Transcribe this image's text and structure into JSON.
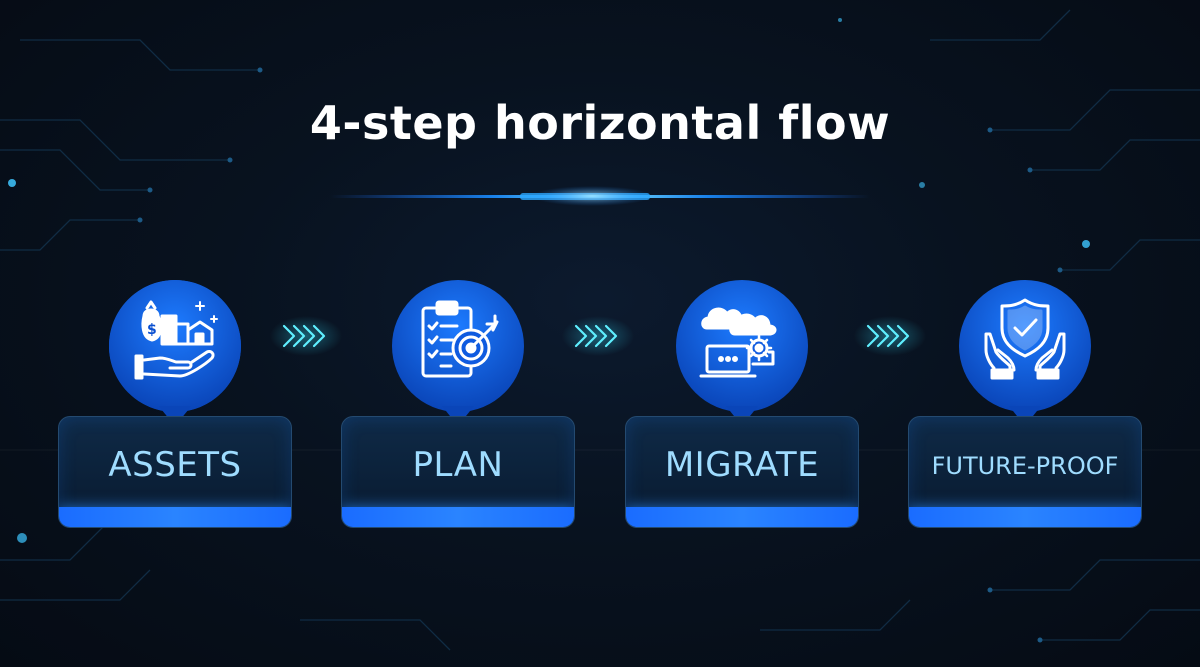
{
  "title": "4-step horizontal flow",
  "steps": [
    {
      "label": "ASSETS",
      "icon": "money-hand-icon"
    },
    {
      "label": "PLAN",
      "icon": "clipboard-target-icon"
    },
    {
      "label": "MIGRATE",
      "icon": "cloud-laptop-icon"
    },
    {
      "label": "FUTURE-PROOF",
      "icon": "shield-hands-icon"
    }
  ],
  "colors": {
    "background": "#07101c",
    "accent": "#1a6cff",
    "label": "#9fdcff",
    "arrow": "#36e3ff"
  }
}
